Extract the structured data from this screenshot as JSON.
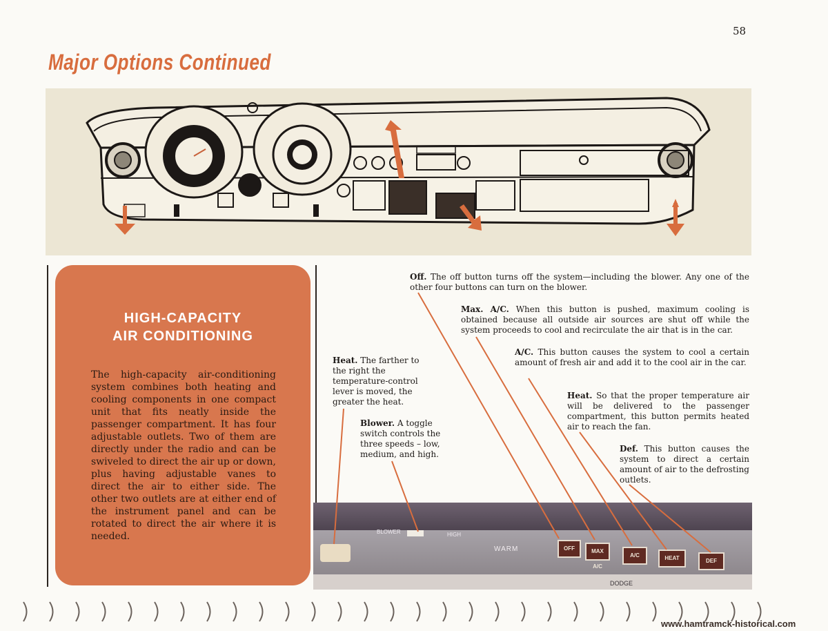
{
  "page_number": "58",
  "heading": "Major Options Continued",
  "card": {
    "title_line1": "HIGH-CAPACITY",
    "title_line2": "AIR CONDITIONING",
    "body": "The high-capacity air-conditioning system combines both heating and cooling components in one compact unit that fits neatly inside the passenger compartment. It has four adjustable outlets. Two of them are directly under the radio and can be swiveled to direct the air up or down, plus having adjustable vanes to direct the air to either side. The other two outlets are at either end of the instrument panel and can be rotated to direct the air where it is needed."
  },
  "notes": {
    "off": {
      "term": "Off.",
      "text": "The off button turns off the system—including the blower. Any one of the other four buttons can turn on the blower."
    },
    "max_ac": {
      "term": "Max. A/C.",
      "text": "When this button is pushed, maximum cooling is obtained because all outside air sources are shut off while the system proceeds to cool and recirculate the air that is in the car."
    },
    "ac": {
      "term": "A/C.",
      "text": "This button causes the system to cool a certain amount of fresh air and add it to the cool air in the car."
    },
    "heat_button": {
      "term": "Heat.",
      "text": "So that the proper temperature air will be delivered to the passenger compartment, this button permits heated air to reach the fan."
    },
    "def": {
      "term": "Def.",
      "text": "This button causes the system to direct a certain amount of air to the defrosting outlets."
    },
    "heat_lever": {
      "term": "Heat.",
      "text": "The farther to the right the temperature-control lever is moved, the greater the heat."
    },
    "blower": {
      "term": "Blower.",
      "text": "A toggle switch controls the three speeds – low, medium, and high."
    }
  },
  "photo": {
    "blower_label": "BLOWER",
    "high_label": "HIGH",
    "warm_label": "WARM",
    "buttons": [
      "OFF",
      "MAX A/C",
      "A/C",
      "HEAT",
      "DEF"
    ],
    "radio_label": "DODGE"
  },
  "site": "www.hamtramck-historical.com"
}
